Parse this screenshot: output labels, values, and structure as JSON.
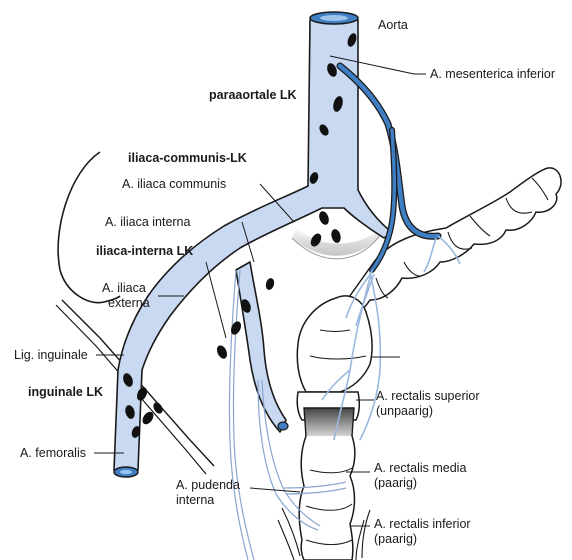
{
  "labels": {
    "aorta": "Aorta",
    "mesenterica_inferior": "A. mesenterica inferior",
    "paraaortale_lk": "paraaortale LK",
    "iliaca_communis_lk": "iliaca-communis-LK",
    "iliaca_communis": "A. iliaca communis",
    "iliaca_interna": "A. iliaca interna",
    "iliaca_interna_lk": "iliaca-interna LK",
    "iliaca_externa_1": "A. iliaca",
    "iliaca_externa_2": "externa",
    "lig_inguinale": "Lig. inguinale",
    "inguinale_lk": "inguinale LK",
    "femoralis": "A. femoralis",
    "pudenda_1": "A. pudenda",
    "pudenda_2": "interna",
    "rectalis_superior_1": "A. rectalis superior",
    "rectalis_superior_2": "(unpaarig)",
    "rectalis_media_1": "A. rectalis media",
    "rectalis_media_2": "(paarig)",
    "rectalis_inferior_1": "A. rectalis inferior",
    "rectalis_inferior_2": "(paarig)"
  },
  "colors": {
    "artery_fill": "#c9d9f2",
    "vessel_blue": "#3f7ec2",
    "lymph_node": "#111111",
    "outline": "#1a1a1a"
  }
}
